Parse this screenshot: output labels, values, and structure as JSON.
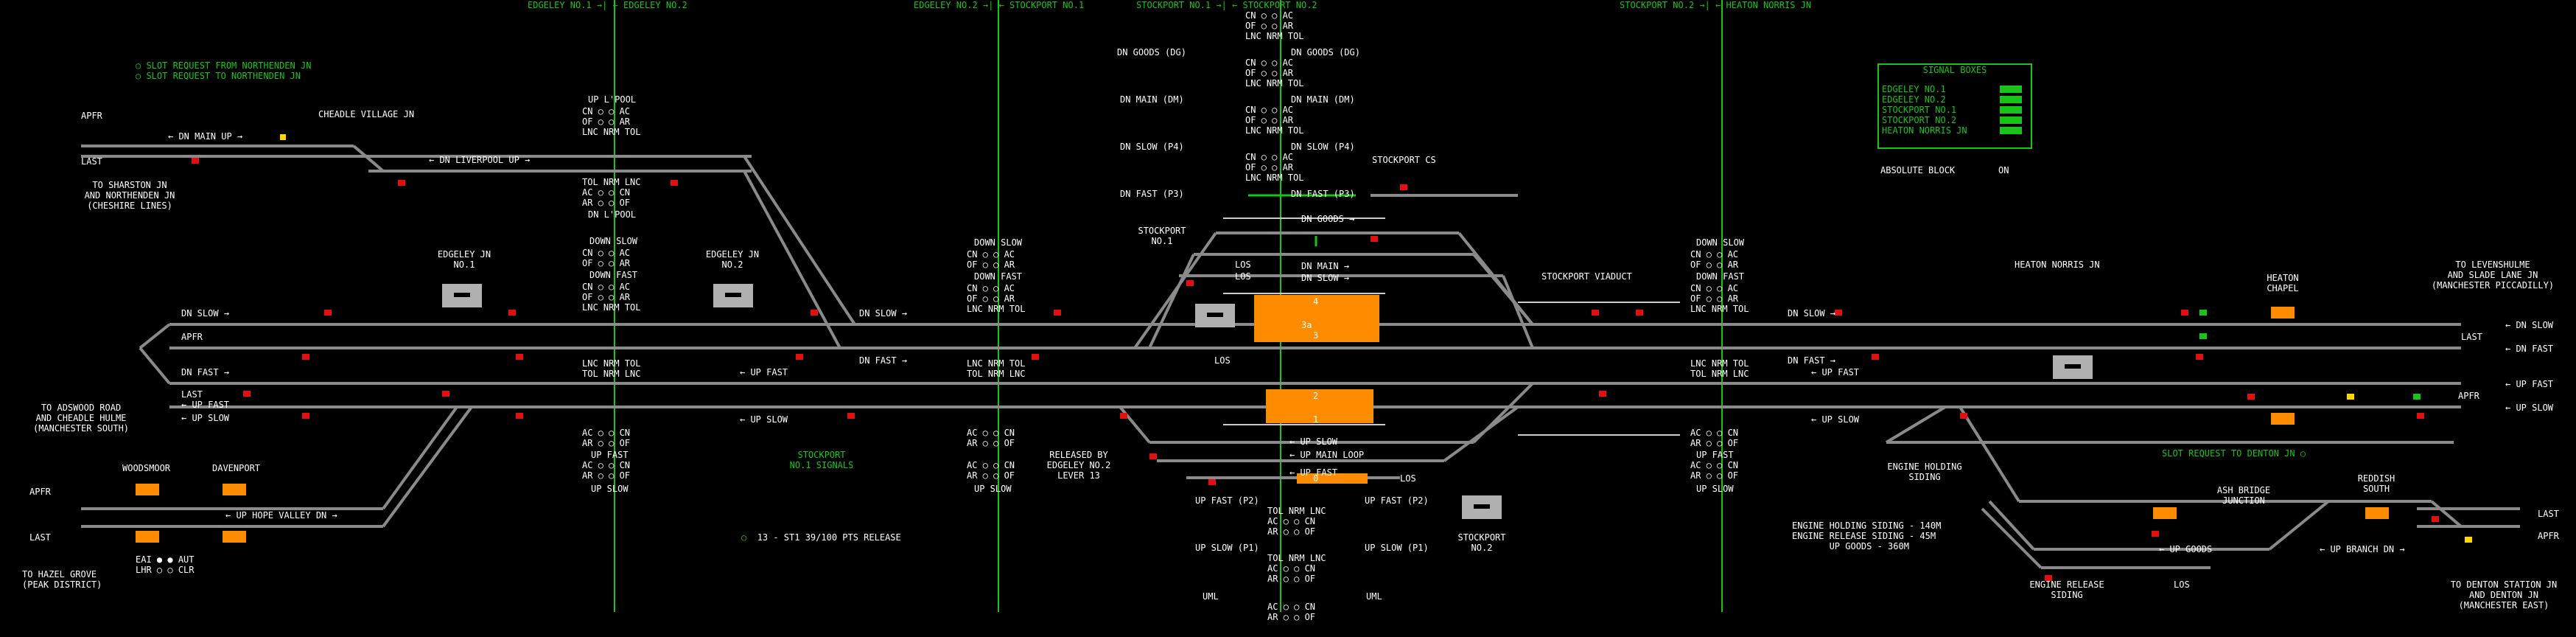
{
  "colors": {
    "background": "#000000",
    "track": "#8a8a8a",
    "track_occupied": "#ff8c00",
    "signal_red": "#e01010",
    "signal_green": "#19c419",
    "boundary": "#19c419",
    "text": "#ffffff"
  },
  "boundaries": {
    "b1": "EDGELEY NO.1 →| ← EDGELEY NO.2",
    "b2": "EDGELEY NO.2 →| ← STOCKPORT NO.1",
    "b3": "STOCKPORT NO.1 →| ← STOCKPORT NO.2",
    "b4": "STOCKPORT NO.2 →| ← HEATON NORRIS JN"
  },
  "slot": {
    "nh1": "SLOT REQUEST FROM NORTHENDEN JN",
    "nh2": "SLOT REQUEST TO NORTHENDEN JN",
    "denton": "SLOT REQUEST TO DENTON JN"
  },
  "signal_boxes": {
    "title": "SIGNAL BOXES",
    "items": [
      "EDGELEY NO.1",
      "EDGELEY NO.2",
      "STOCKPORT NO.1",
      "STOCKPORT NO.2",
      "HEATON NORRIS JN"
    ],
    "absolute_block": "ABSOLUTE BLOCK",
    "absolute_state": "ON"
  },
  "labels": {
    "apfr1": "APFR",
    "last1": "LAST",
    "dn_main_up": "← DN MAIN UP →",
    "cheadle": "CHEADLE VILLAGE JN",
    "dn_lpool_up": "← DN LIVERPOOL UP →",
    "to_sharston": "TO SHARSTON JN\nAND NORTHENDEN JN\n(CHESHIRE LINES)",
    "up_lpool": "UP L'POOL",
    "dn_lpool": "DN L'POOL",
    "down_slow": "DOWN SLOW",
    "down_fast": "DOWN FAST",
    "up_fast": "UP FAST",
    "up_slow": "UP SLOW",
    "edgeley1": "EDGELEY JN\nNO.1",
    "edgeley2": "EDGELEY JN\nNO.2",
    "dn_slow_l": "DN SLOW →",
    "apfr_l": "APFR",
    "dn_fast_l": "DN FAST →",
    "last_l": "LAST",
    "up_fast_l": "← UP FAST",
    "up_slow_l": "← UP SLOW",
    "to_adswood": "TO ADSWOOD ROAD\nAND CHEADLE HULME\n(MANCHESTER SOUTH)",
    "apfr3": "APFR",
    "last3": "LAST",
    "woodsmoor": "WOODSMOOR",
    "davenport": "DAVENPORT",
    "up_hope": "← UP HOPE VALLEY DN →",
    "to_hazel": "TO HAZEL GROVE\n(PEAK DISTRICT)",
    "eai": "EAI",
    "lhr": "LHR",
    "aut": "AUT",
    "clr": "CLR",
    "dn_slow_m": "DN SLOW →",
    "dn_fast_m": "DN FAST →",
    "up_fast_m": "← UP FAST",
    "up_slow_m": "← UP SLOW",
    "stockport_signals": "STOCKPORT\nNO.1 SIGNALS",
    "released": "RELEASED BY\nEDGELEY NO.2\nLEVER 13",
    "release13": "13 - ST1 39/100 PTS RELEASE",
    "dn_goods_dg": "DN GOODS (DG)",
    "dn_goods_dg_r": "DN GOODS (DG)",
    "dn_main_dm": "DN MAIN (DM)",
    "dn_main_dm_r": "DN MAIN (DM)",
    "dn_slow_p4": "DN SLOW (P4)",
    "dn_slow_p4_r": "DN SLOW (P4)",
    "dn_fast_p3": "DN FAST (P3)",
    "dn_fast_p3_r": "DN FAST (P3)",
    "stockport_cs": "STOCKPORT CS",
    "stockport1": "STOCKPORT\nNO.1",
    "dn_goods": "DN GOODS →",
    "dn_main": "DN MAIN →",
    "dn_slow_s": "DN SLOW →",
    "los1": "LOS",
    "los2": "LOS",
    "los3": "LOS",
    "los4": "LOS",
    "up_slow_s": "← UP SLOW",
    "up_main_loop": "← UP MAIN LOOP",
    "up_fast_s": "← UP FAST",
    "p4": "4",
    "p3a": "3a",
    "p3": "3",
    "p2": "2",
    "p1": "1",
    "p0": "0",
    "up_fast_p2": "UP FAST (P2)",
    "up_fast_p2_r": "UP FAST (P2)",
    "up_slow_p1": "UP SLOW (P1)",
    "up_slow_p1_r": "UP SLOW (P1)",
    "uml": "UML",
    "uml_r": "UML",
    "stockport2": "STOCKPORT\nNO.2",
    "viaduct": "STOCKPORT VIADUCT",
    "heaton_norris": "HEATON NORRIS JN",
    "heaton_chapel": "HEATON\nCHAPEL",
    "dn_slow_h": "DN SLOW →",
    "dn_fast_h": "DN FAST →",
    "up_fast_h": "← UP FAST",
    "up_slow_h": "← UP SLOW",
    "to_levenshulme": "TO LEVENSHULME\nAND SLADE LANE JN\n(MANCHESTER PICCADILLY)",
    "dn_slow_r": "← DN SLOW",
    "last_r": "LAST",
    "dn_fast_r": "← DN FAST",
    "apfr_r": "APFR",
    "up_fast_r": "← UP FAST",
    "up_slow_r": "← UP SLOW",
    "eng_holding": "ENGINE HOLDING\nSIDING",
    "ash_bridge": "ASH BRIDGE\nJUNCTION",
    "reddish": "REDDISH\nSOUTH",
    "siding_info": "ENGINE HOLDING SIDING - 140M\nENGINE RELEASE SIDING - 45M\n       UP GOODS - 360M",
    "up_goods": "← UP GOODS",
    "up_branch": "← UP BRANCH DN →",
    "last_br": "LAST",
    "apfr_br": "APFR",
    "eng_release": "ENGINE RELEASE\nSIDING",
    "los_b": "LOS",
    "to_denton": "TO DENTON STATION JN\nAND DENTON JN\n(MANCHESTER EAST)",
    "up_slow_b": "UP SLOW"
  },
  "lever_blocks": {
    "k1": [
      "CN ○ ○ AC",
      "OF ○ ○ AR",
      "LNC NRM TOL"
    ],
    "k2": [
      "TOL NRM LNC",
      "AC ○ ○ CN",
      "AR ○ ○ OF"
    ],
    "k3": [
      "LNC NRM TOL",
      "TOL NRM LNC"
    ]
  }
}
